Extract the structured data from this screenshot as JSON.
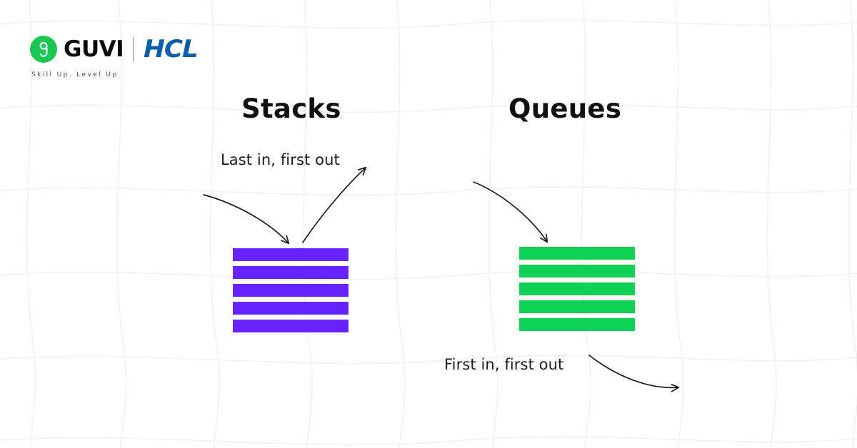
{
  "brand": {
    "guvi_name": "GUVI",
    "guvi_mark_glyph": "g",
    "tagline": "Skill Up. Level Up",
    "partner_name": "HCL",
    "colors": {
      "guvi_green": "#1BC653",
      "hcl_blue": "#0B5EAB",
      "stack_purple": "#6622FF",
      "queue_green": "#0FD153",
      "background": "#FFFFFF",
      "grid_line": "#F2F2F2",
      "text_dark": "#111111"
    }
  },
  "sections": [
    {
      "id": "stacks",
      "heading": "Stacks",
      "annotation": "Last in, first out",
      "bar_color": "#6622FF",
      "bar_count": 5
    },
    {
      "id": "queues",
      "heading": "Queues",
      "annotation": "First in, first out",
      "bar_color": "#0FD153",
      "bar_count": 5
    }
  ],
  "arrows": [
    {
      "name": "stack-arrow-left",
      "points_to": "top-of-stack",
      "direction": "down-right"
    },
    {
      "name": "stack-arrow-right",
      "points_to": "label-last-in-first-out",
      "direction": "up-right"
    },
    {
      "name": "queue-arrow-in",
      "points_to": "top-of-queue",
      "direction": "down-right"
    },
    {
      "name": "queue-arrow-out",
      "points_to": "away-from-queue",
      "direction": "right"
    }
  ]
}
